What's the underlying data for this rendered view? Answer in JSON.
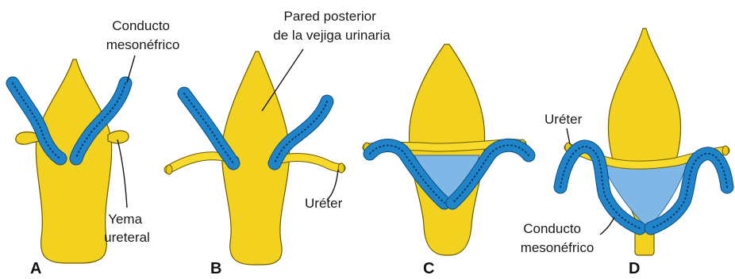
{
  "labels": {
    "conducto_mesonefrico_a": [
      "Conducto",
      "mesonéfrico"
    ],
    "pared_posterior": [
      "Pared posterior",
      "de la vejiga urinaria"
    ],
    "yema_ureteral": [
      "Yema",
      "ureteral"
    ],
    "ureter_b": "Uréter",
    "ureter_d": "Uréter",
    "conducto_mesonefrico_d": [
      "Conducto",
      "mesonéfrico"
    ]
  },
  "panels": [
    "A",
    "B",
    "C",
    "D"
  ],
  "colors": {
    "bladder": "#f2d21e",
    "duct": "#1f84c9",
    "trigone": "#7fb8e6",
    "ureter": "#f7da2a"
  }
}
